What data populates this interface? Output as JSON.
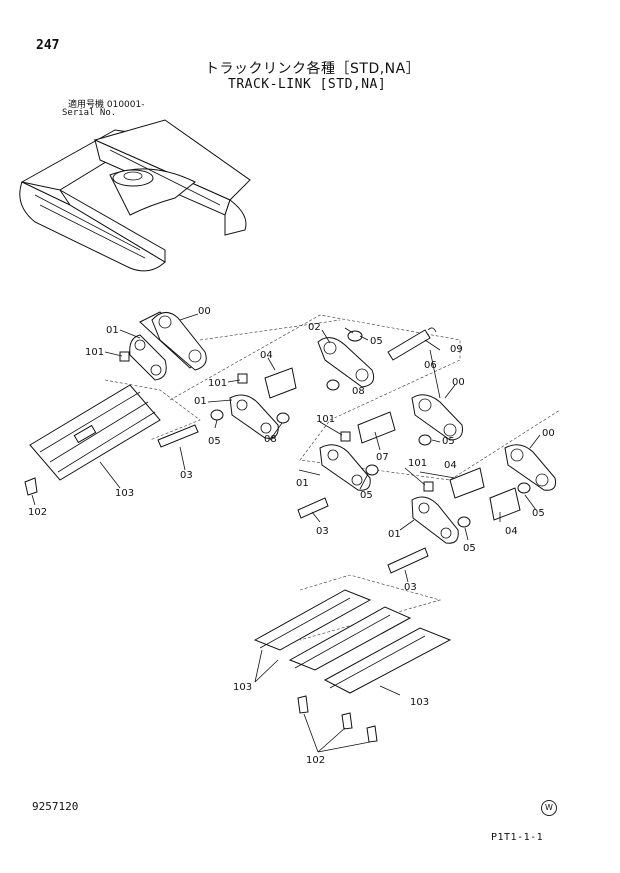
{
  "header": {
    "page_number": "247",
    "title_jp": "トラックリンク各種［STD,NA］",
    "title_en": "TRACK-LINK  [STD,NA]",
    "serial_label_jp": "適用号機 010001-",
    "serial_label_en": "Serial No."
  },
  "callouts": [
    "00",
    "01",
    "02",
    "03",
    "04",
    "05",
    "06",
    "07",
    "08",
    "09",
    "101",
    "102",
    "103"
  ],
  "footer": {
    "doc_number": "9257120",
    "revision_mark": "W",
    "figure_code": "P1T1-1-1"
  }
}
